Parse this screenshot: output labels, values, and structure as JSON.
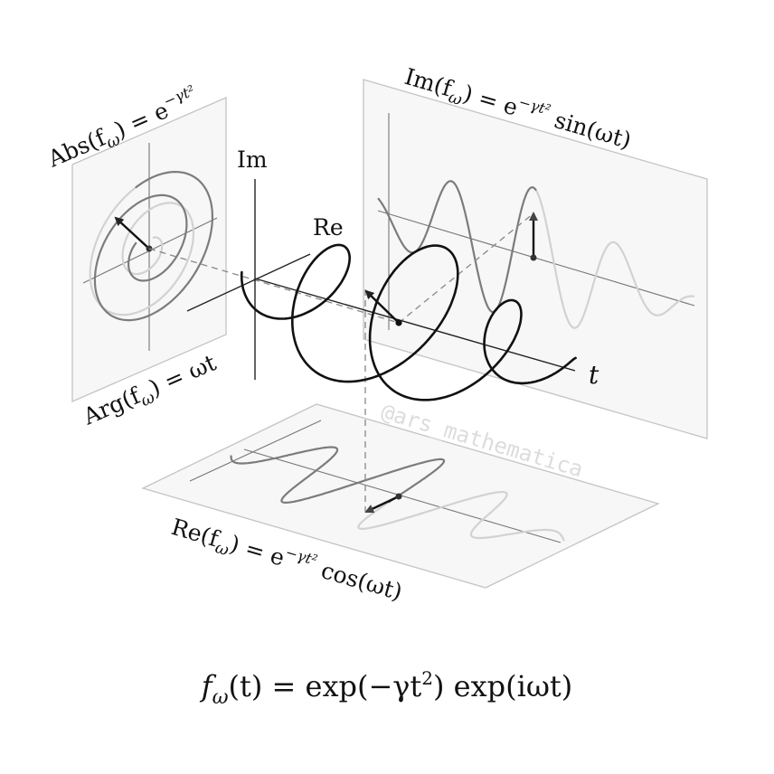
{
  "watermark": "@ars_mathematica",
  "axes": {
    "im": "Im",
    "re": "Re",
    "t": "t"
  },
  "labels": {
    "abs_left": "Abs(f",
    "abs_sub": "ω",
    "abs_right": ") = e",
    "abs_exp": "−γt²",
    "arg_left": "Arg(f",
    "arg_sub": "ω",
    "arg_right": ") = ωt",
    "im_left": "Im(f",
    "im_sub": "ω",
    "im_mid": ") = e",
    "im_exp": "−γt²",
    "im_tail": " sin(ωt)",
    "re_left": "Re(f",
    "re_sub": "ω",
    "re_mid": ") = e",
    "re_exp": "−γt²",
    "re_tail": " cos(ωt)"
  },
  "formula": {
    "f": "f",
    "sub": "ω",
    "main": "(t) = exp(−γt",
    "sq": "2",
    "rest": ") exp(iωt)"
  },
  "colors": {
    "curve": "#111111",
    "projection_mid": "#7c7c7c",
    "projection_light": "#d2d2d2",
    "panel_fill": "#f7f7f7",
    "panel_stroke": "#c4c4c4",
    "watermark": "#dcdcdc"
  }
}
